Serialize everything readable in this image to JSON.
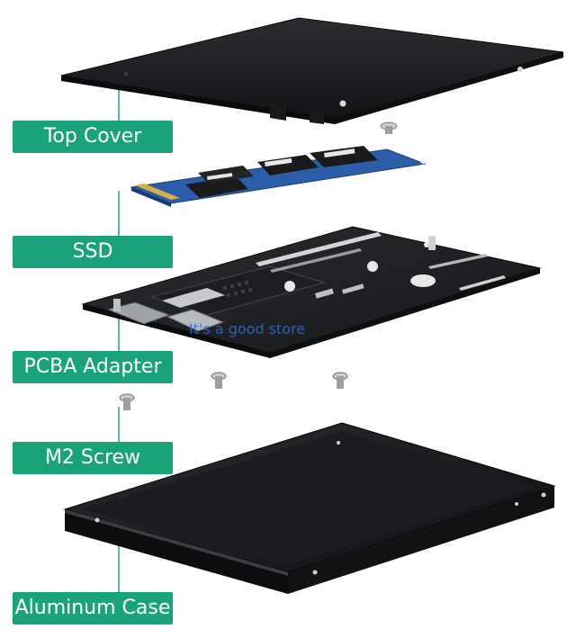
{
  "labels": {
    "top_cover": "Top Cover",
    "ssd": "SSD",
    "pcba_adapter": "PCBA Adapter",
    "m2_screw": "M2 Screw",
    "aluminum_case": "Aluminum Case"
  },
  "watermark": "It's a good store",
  "colors": {
    "label_green": "#1aa37a",
    "metal_black": "#1d1f22",
    "ssd_blue": "#2c5da8",
    "connector_line": "#1aa37a"
  }
}
